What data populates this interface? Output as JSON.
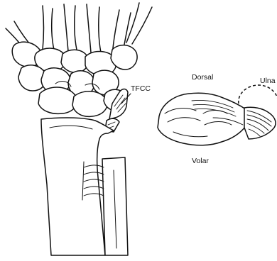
{
  "labels": {
    "tfcc": "TFCC",
    "dorsal": "Dorsal",
    "volar": "Volar",
    "ulna": "Ulna"
  }
}
